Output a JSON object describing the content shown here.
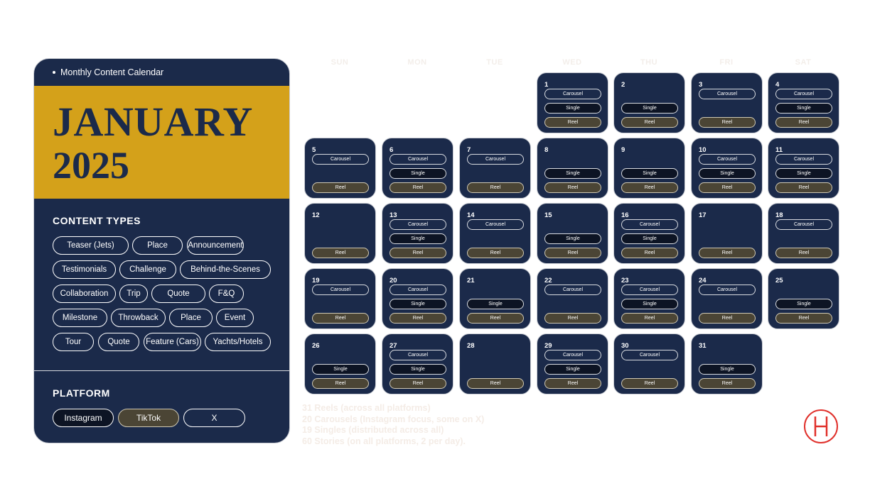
{
  "header": {
    "label": "Monthly Content Calendar"
  },
  "month": {
    "name": "JANUARY",
    "year": "2025"
  },
  "content_types": {
    "title": "CONTENT TYPES",
    "items": [
      "Teaser (Jets)",
      "Place",
      "Announcement",
      "Testimonials",
      "Challenge",
      "Behind-the-Scenes",
      "Collaboration",
      "Trip",
      "Quote",
      "F&Q",
      "Milestone",
      "Throwback",
      "Place",
      "Event",
      "Tour",
      "Quote",
      "Feature (Cars)",
      "Yachts/Hotels"
    ]
  },
  "platform": {
    "title": "PLATFORM",
    "items": [
      "Instagram",
      "TikTok",
      "X"
    ]
  },
  "weekdays": [
    "SUN",
    "MON",
    "TUE",
    "WED",
    "THU",
    "FRI",
    "SAT"
  ],
  "tag_labels": {
    "carousel": "Carousel",
    "single": "Single",
    "reel": "Reel"
  },
  "days": [
    {
      "n": "1",
      "c": true,
      "s": true,
      "r": true
    },
    {
      "n": "2",
      "c": false,
      "s": true,
      "r": true
    },
    {
      "n": "3",
      "c": true,
      "s": false,
      "r": true
    },
    {
      "n": "4",
      "c": true,
      "s": true,
      "r": true
    },
    {
      "n": "5",
      "c": true,
      "s": false,
      "r": true
    },
    {
      "n": "6",
      "c": true,
      "s": true,
      "r": true
    },
    {
      "n": "7",
      "c": true,
      "s": false,
      "r": true
    },
    {
      "n": "8",
      "c": false,
      "s": true,
      "r": true
    },
    {
      "n": "9",
      "c": false,
      "s": true,
      "r": true
    },
    {
      "n": "10",
      "c": true,
      "s": true,
      "r": true
    },
    {
      "n": "11",
      "c": true,
      "s": true,
      "r": true
    },
    {
      "n": "12",
      "c": false,
      "s": false,
      "r": true
    },
    {
      "n": "13",
      "c": true,
      "s": true,
      "r": true
    },
    {
      "n": "14",
      "c": true,
      "s": false,
      "r": true
    },
    {
      "n": "15",
      "c": false,
      "s": true,
      "r": true
    },
    {
      "n": "16",
      "c": true,
      "s": true,
      "r": true
    },
    {
      "n": "17",
      "c": false,
      "s": false,
      "r": true
    },
    {
      "n": "18",
      "c": true,
      "s": false,
      "r": true
    },
    {
      "n": "19",
      "c": true,
      "s": false,
      "r": true
    },
    {
      "n": "20",
      "c": true,
      "s": true,
      "r": true
    },
    {
      "n": "21",
      "c": false,
      "s": true,
      "r": true
    },
    {
      "n": "22",
      "c": true,
      "s": false,
      "r": true
    },
    {
      "n": "23",
      "c": true,
      "s": true,
      "r": true
    },
    {
      "n": "24",
      "c": true,
      "s": false,
      "r": true
    },
    {
      "n": "25",
      "c": false,
      "s": true,
      "r": true
    },
    {
      "n": "26",
      "c": false,
      "s": true,
      "r": true
    },
    {
      "n": "27",
      "c": true,
      "s": true,
      "r": true
    },
    {
      "n": "28",
      "c": false,
      "s": false,
      "r": true
    },
    {
      "n": "29",
      "c": true,
      "s": true,
      "r": true
    },
    {
      "n": "30",
      "c": true,
      "s": false,
      "r": true
    },
    {
      "n": "31",
      "c": false,
      "s": true,
      "r": true
    }
  ],
  "summary": [
    "31 Reels (across all platforms)",
    "20 Carousels (Instagram focus, some on X)",
    "19 Singles (distributed across all)",
    "60 Stories (on all platforms, 2 per day)."
  ],
  "colors": {
    "navy": "#1b2a4a",
    "gold": "#d4a11a",
    "reel": "#4b4535",
    "single": "#0d1424",
    "logo_red": "#e0302b"
  }
}
